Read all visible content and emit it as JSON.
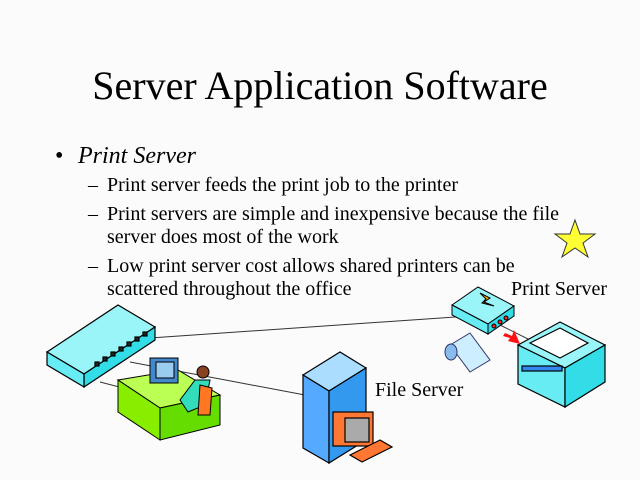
{
  "title": "Server Application Software",
  "bullet": {
    "marker": "•",
    "label": "Print Server"
  },
  "sub_items": [
    {
      "marker": "–",
      "text": "Print server feeds the print job to the printer"
    },
    {
      "marker": "–",
      "text": "Print servers are simple and inexpensive because the file server does most of the work"
    },
    {
      "marker": "–",
      "text": "Low print server cost allows shared printers can be scattered throughout the office"
    }
  ],
  "labels": {
    "print_server": "Print Server",
    "file_server": "File Server"
  }
}
